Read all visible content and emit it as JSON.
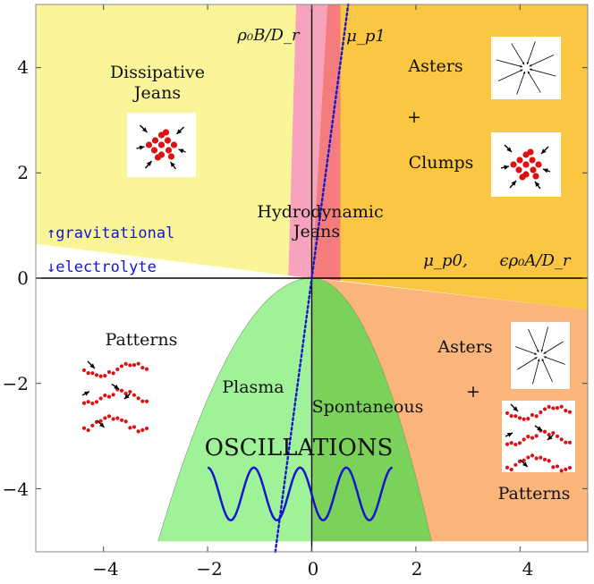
{
  "chart_data": {
    "type": "area",
    "xlim": [
      -5.3,
      5.3
    ],
    "ylim": [
      -5.2,
      5.2
    ],
    "x_ticks": [
      -4,
      -2,
      0,
      2,
      4
    ],
    "y_ticks": [
      4,
      2,
      0,
      -2,
      -4
    ],
    "grid": false,
    "regions": [
      {
        "name": "dissipative_jeans",
        "color": "#fbf59a",
        "polygon": [
          [
            -5.3,
            5.2
          ],
          [
            -0.3,
            5.2
          ],
          [
            -0.45,
            0.05
          ],
          [
            -5.3,
            0.65
          ]
        ]
      },
      {
        "name": "asters_clumps",
        "color": "#fbc642",
        "polygon": [
          [
            0.55,
            5.2
          ],
          [
            5.3,
            5.2
          ],
          [
            5.3,
            -0.6
          ],
          [
            0.55,
            -0.05
          ]
        ]
      },
      {
        "name": "pink_band",
        "color": "#f7a3bd",
        "polygon": [
          [
            -0.3,
            5.2
          ],
          [
            0.3,
            5.2
          ],
          [
            0.0,
            0.0
          ],
          [
            -0.45,
            0.05
          ]
        ]
      },
      {
        "name": "red_band",
        "color": "#f47c7c",
        "polygon": [
          [
            0.3,
            5.2
          ],
          [
            0.55,
            5.2
          ],
          [
            0.55,
            -0.05
          ],
          [
            0.0,
            0.0
          ]
        ]
      },
      {
        "name": "asters_patterns",
        "color": "#fbb479",
        "polygon": [
          [
            0.0,
            0.0
          ],
          [
            5.3,
            -0.6
          ],
          [
            5.3,
            -5.0
          ],
          [
            0.0,
            -5.0
          ]
        ]
      },
      {
        "name": "plasma",
        "color": "#9ff298",
        "x_range": [
          -2.95,
          0.0
        ],
        "y_bottom": -5.0
      },
      {
        "name": "spontaneous",
        "color": "#7ad25a",
        "x_range": [
          0.0,
          2.3
        ],
        "y_bottom": -5.0
      }
    ],
    "parabola": {
      "vertex": [
        0,
        0
      ],
      "y_at_edges": -5.0,
      "x_left": -2.95,
      "x_right": 2.3
    },
    "dotted_line": {
      "color": "#1515d0",
      "points": [
        [
          -0.7,
          -5.2
        ],
        [
          0.7,
          5.2
        ]
      ]
    },
    "wave": {
      "color": "#1515d0",
      "x_range": [
        -2.0,
        1.55
      ],
      "center_y": -4.1,
      "amplitude": 0.5,
      "cycles": 4
    }
  },
  "labels": {
    "dissipative_1": "Dissipative",
    "dissipative_2": "Jeans",
    "hydro_1": "Hydrodynamic",
    "hydro_2": "Jeans",
    "asters_top": "Asters",
    "plus_top": "+",
    "clumps": "Clumps",
    "patterns_left": "Patterns",
    "asters_bottom": "Asters",
    "plus_bottom": "+",
    "patterns_right": "Patterns",
    "plasma": "Plasma",
    "spontaneous": "Spontaneous",
    "oscillations": "OSCILLATIONS",
    "rho_b_dr": "ρ₀B/D_r",
    "mu_p1": "μ_p1",
    "mu_p0": "μ_p0,",
    "eps_rho_a_dr": "ϵρ₀A/D_r",
    "gravitational": "↑gravitational",
    "electrolyte": "↓electrolyte"
  },
  "tick_labels": {
    "x": [
      "−4",
      "−2",
      "0",
      "2",
      "4"
    ],
    "y": [
      "4",
      "2",
      "0",
      "−2",
      "−4"
    ]
  },
  "colors": {
    "axis": "#000000",
    "blue": "#1515d0",
    "particle": "#dd1111",
    "arrow": "#000000"
  }
}
